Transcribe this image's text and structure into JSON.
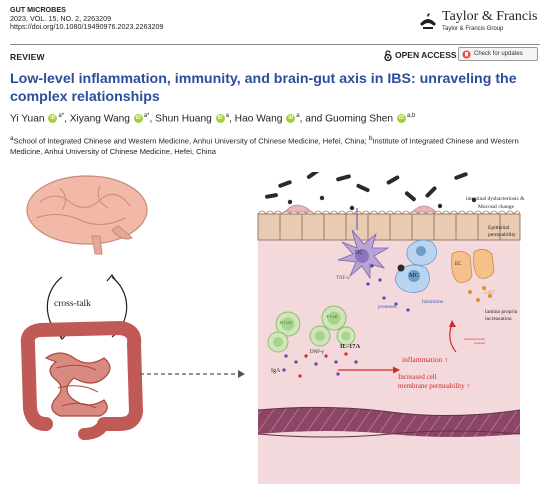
{
  "journal": {
    "name": "GUT MICROBES",
    "volume_line": "2023, VOL. 15, NO. 2, 2263209",
    "doi": "https://doi.org/10.1080/19490976.2023.2263209"
  },
  "publisher": {
    "name": "Taylor & Francis",
    "group": "Taylor & Francis Group"
  },
  "article_type": "REVIEW",
  "open_access": "OPEN ACCESS",
  "check_updates": "Check for updates",
  "title": "Low-level inflammation, immunity, and brain-gut axis in IBS: unraveling the complex relationships",
  "authors": [
    {
      "name": "Yi Yuan",
      "sup": "a*",
      "sep": ", "
    },
    {
      "name": "Xiyang Wang",
      "sup": "a*",
      "sep": ", "
    },
    {
      "name": "Shun Huang",
      "sup": "a",
      "sep": ", "
    },
    {
      "name": "Hao Wang",
      "sup": "a",
      "sep": ", and "
    },
    {
      "name": "Guoming Shen",
      "sup": "a,b",
      "sep": ""
    }
  ],
  "orcid_label": "iD",
  "affiliation": {
    "sup_a": "a",
    "text_a": "School of Integrated Chinese and Western Medicine, Anhui University of Chinese Medicine, Hefei, China; ",
    "sup_b": "b",
    "text_b": "Institute of Integrated Chinese and Western Medicine, Anhui University of Chinese Medicine, Hefei, China"
  },
  "figure": {
    "cross_talk": "cross-talk",
    "dysbacteriosis": "intestinal dysbacteriosis &",
    "mucosal": "Mucosal change",
    "epithelial": "Epithelial",
    "permeability": "permeability",
    "dc": "DC",
    "tnf": "TNF-α",
    "mc": "MC",
    "proteases": "proteases",
    "histamine": "histamine",
    "lamina1": "lamina propria",
    "lamina2": "increasation",
    "ec": "EC",
    "fivehtt": "5-HT",
    "bcell": "B Cell",
    "tcell": "T Cell",
    "dnf": "DNF-γ",
    "il17a": "IL-17A",
    "iga": "IgA",
    "inflammation": "inflammation ↑",
    "increased1": "Increased cell",
    "increased2": "membrane permeability ↑",
    "small_note1": "Intestinal barrier",
    "small_note2": "response"
  },
  "colors": {
    "title_blue": "#2b4d9c",
    "brain_pink": "#f2b8a8",
    "gut_red": "#c05a55",
    "mucosa_pink": "#f3d9db",
    "epithelium_tan": "#e8cbb2",
    "vessel_maroon": "#8b4565",
    "cell_green": "#cfe6b8",
    "cell_blue": "#b8d4f0",
    "cell_purple": "#b8a4d8",
    "cell_orange": "#f6c08a",
    "accent_red": "#d4282a"
  }
}
